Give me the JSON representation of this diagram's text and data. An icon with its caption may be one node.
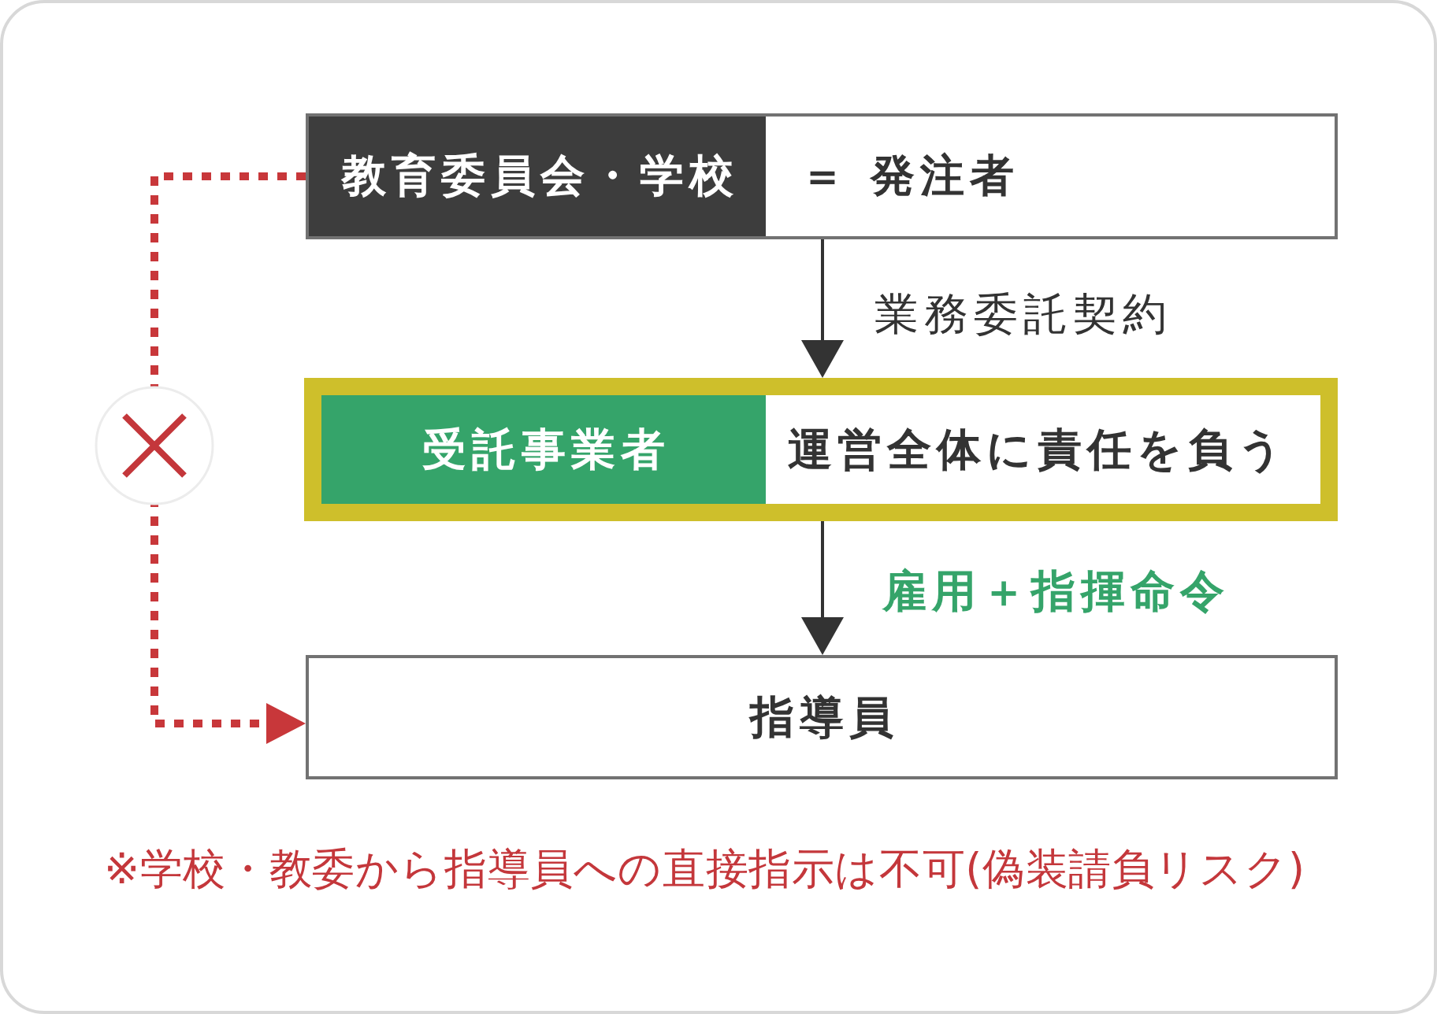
{
  "diagram": {
    "nodes": [
      {
        "text": [
          "＝ 発注者"
        ]
      },
      {
        "text": [
          "教育委員会・学校"
        ],
        "in": 0
      },
      {
        "text": [
          "運営全体に責任を負う"
        ]
      },
      {
        "text": [
          "受託事業者"
        ],
        "in": 2
      },
      {
        "text": [
          "指導員"
        ]
      }
    ],
    "edges": [
      {
        "from": 0,
        "to": 2,
        "arrow": "to",
        "label": "業務委託契約"
      },
      {
        "from": 2,
        "to": 4,
        "arrow": "to",
        "label": "雇用＋指揮命令"
      },
      {
        "from": 0,
        "to": 4,
        "arrow": "to",
        "style": "dashed",
        "color": "#c8373a"
      }
    ],
    "labels": [
      "※学校・教委から指導員への直接指示は不可(偽装請負リスク)"
    ]
  }
}
